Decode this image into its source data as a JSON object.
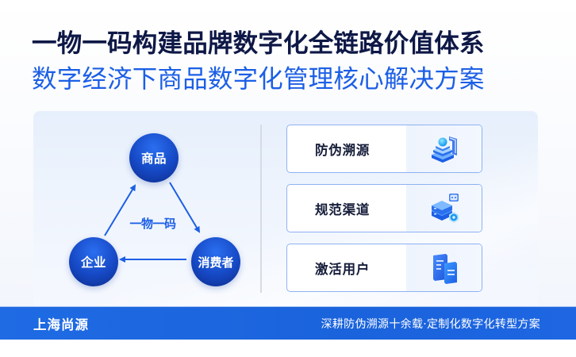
{
  "header": {
    "title": "一物一码构建品牌数字化全链路价值体系",
    "subtitle": "数字经济下商品数字化管理核心解决方案"
  },
  "diagram": {
    "center_label": "一物一码",
    "nodes": [
      {
        "id": "product",
        "label": "商品"
      },
      {
        "id": "enterprise",
        "label": "企业"
      },
      {
        "id": "consumer",
        "label": "消费者"
      }
    ],
    "arrows": [
      {
        "from": "enterprise",
        "to": "product"
      },
      {
        "from": "product",
        "to": "consumer"
      },
      {
        "from": "consumer",
        "to": "enterprise"
      }
    ]
  },
  "features": [
    {
      "label": "防伪溯源",
      "icon": "layered-stack-icon"
    },
    {
      "label": "规范渠道",
      "icon": "server-channel-icon"
    },
    {
      "label": "激活用户",
      "icon": "documents-icon"
    }
  ],
  "footer": {
    "brand": "上海尚源",
    "tagline": "深耕防伪溯源十余载·定制化数字化转型方案"
  },
  "colors": {
    "title": "#0e1846",
    "subtitle": "#1c5fe6",
    "node": "#1648c4",
    "accent": "#1c5fe6",
    "card_border": "#8fb2f3",
    "footer": "#1f6be4"
  }
}
